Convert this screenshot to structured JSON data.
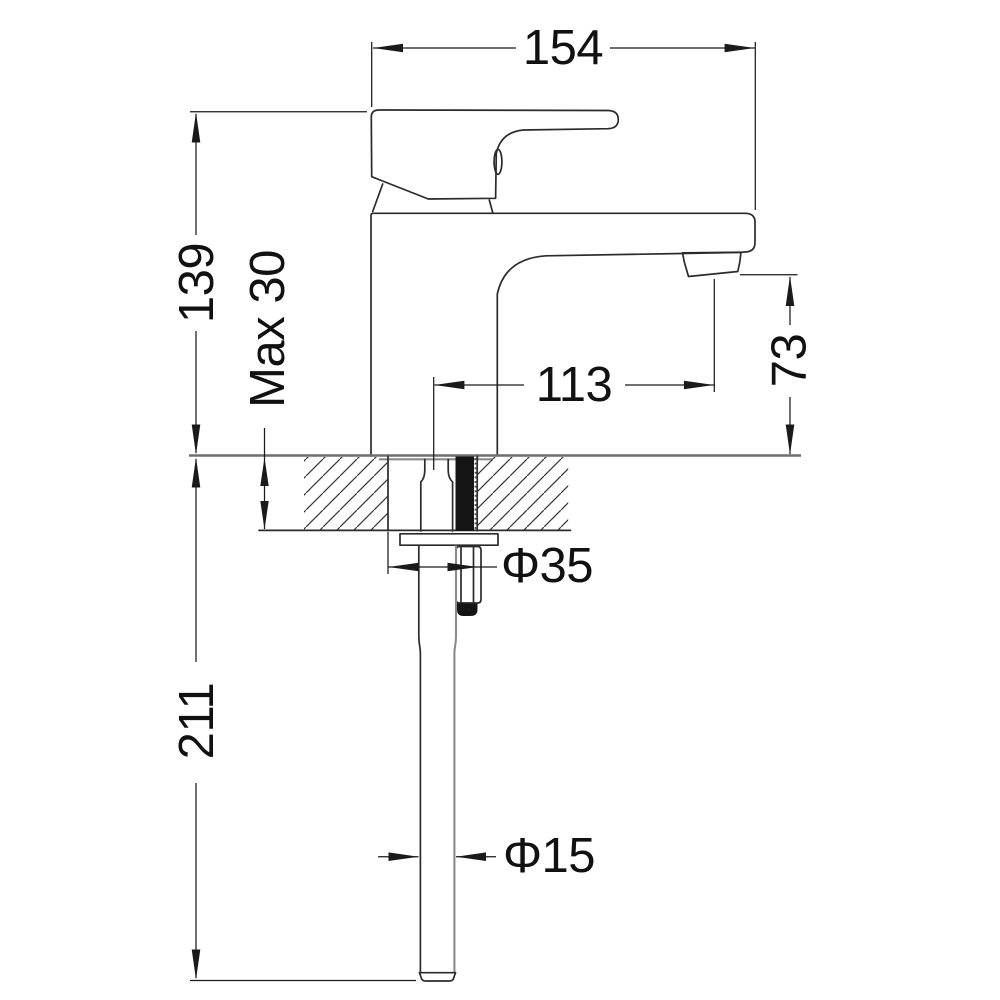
{
  "drawing": {
    "subject": "basin-mixer-faucet-installation-dimension-drawing",
    "background_color": "#ffffff",
    "line_color": "#2b2b2b",
    "dimension_color": "#1a1a1a",
    "units": "mm",
    "dimension_labels": {
      "overall_width": "154",
      "body_height_above_deck": "139",
      "deck_thickness": "Max 30",
      "spout_reach": "113",
      "spout_outlet_height": "73",
      "mounting_hole_diameter": "Φ35",
      "inlet_pipe_length_below_deck": "211",
      "inlet_pipe_diameter": "Φ15"
    }
  }
}
